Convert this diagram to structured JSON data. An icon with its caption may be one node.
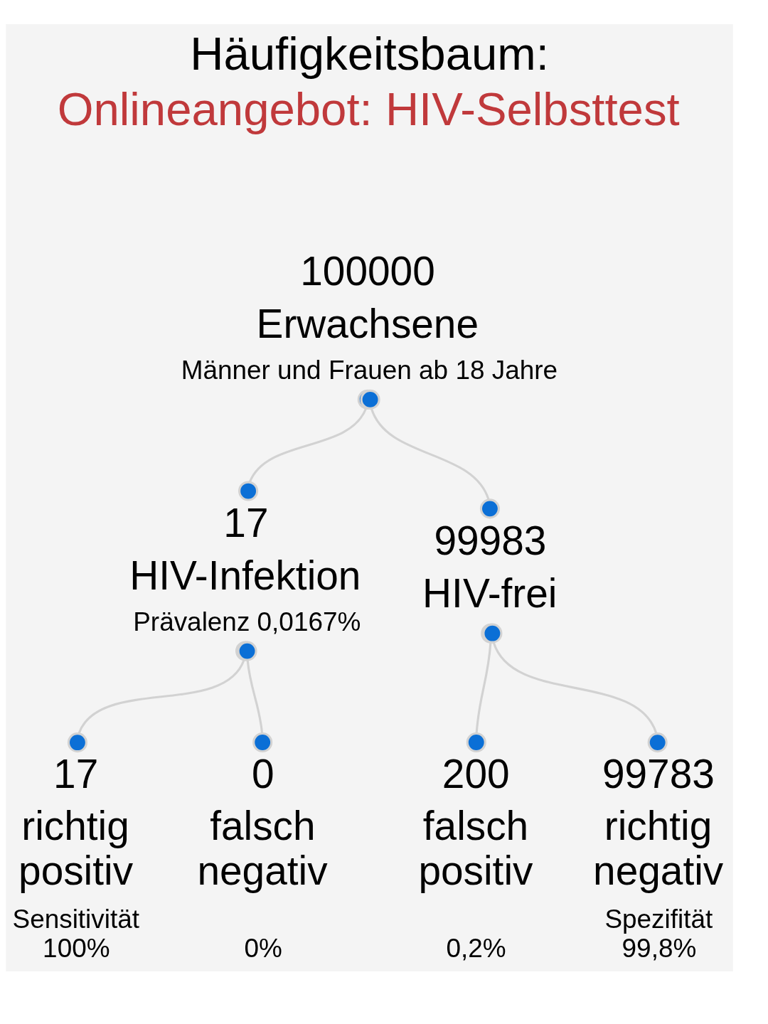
{
  "diagram": {
    "title": "Häufigkeitsbaum:",
    "nodes": [
      {
        "text": [
          "100000",
          "Erwachsene",
          "Männer und Frauen ab 18 Jahre"
        ]
      },
      {
        "text": [
          "17",
          "HIV-Infektion",
          "Prävalenz 0,0167%"
        ]
      },
      {
        "text": [
          "99983",
          "HIV-frei"
        ]
      },
      {
        "text": [
          "17",
          "richtig positiv",
          "Sensitivität 100%"
        ]
      },
      {
        "text": [
          "0",
          "falsch negativ",
          "0%"
        ]
      },
      {
        "text": [
          "200",
          "falsch positiv",
          "0,2%"
        ]
      },
      {
        "text": [
          "99783",
          "richtig negativ",
          "Spezifität 99,8%"
        ]
      }
    ],
    "edges": [
      {
        "from": 0,
        "to": 1,
        "arrow": "other"
      },
      {
        "from": 0,
        "to": 2,
        "arrow": "other"
      },
      {
        "from": 1,
        "to": 3,
        "arrow": "other"
      },
      {
        "from": 1,
        "to": 4,
        "arrow": "other"
      },
      {
        "from": 2,
        "to": 5,
        "arrow": "other"
      },
      {
        "from": 2,
        "to": 6,
        "arrow": "other"
      }
    ],
    "labels": [
      "Onlineangebot: HIV-Selbsttest"
    ]
  }
}
